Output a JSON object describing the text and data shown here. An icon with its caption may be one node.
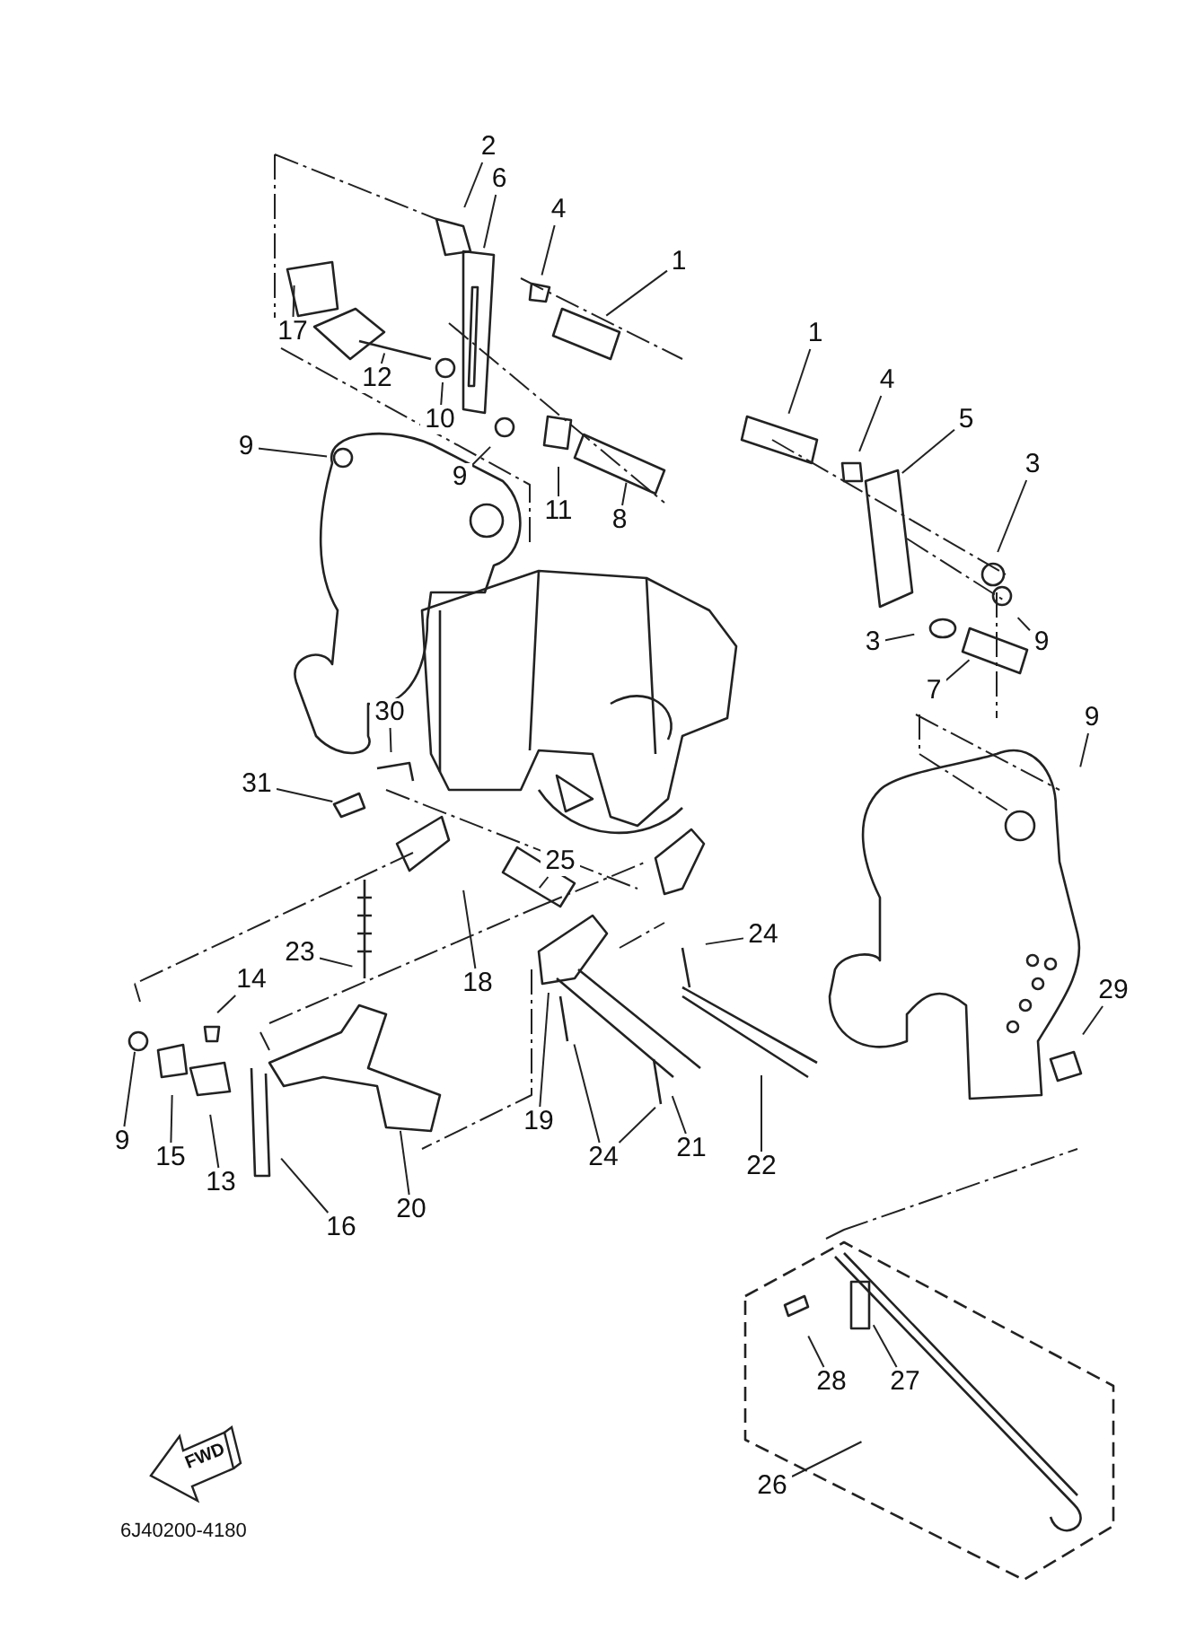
{
  "diagram": {
    "nodes": [
      {
        "text": [
          "2"
        ]
      },
      {
        "text": [
          "6"
        ]
      },
      {
        "text": [
          "4"
        ]
      },
      {
        "text": [
          "1"
        ]
      },
      {
        "text": [
          "17"
        ]
      },
      {
        "text": [
          "12"
        ]
      },
      {
        "text": [
          "10"
        ]
      },
      {
        "text": [
          "9"
        ]
      },
      {
        "text": [
          "11"
        ]
      },
      {
        "text": [
          "8"
        ]
      },
      {
        "text": [
          "9"
        ]
      },
      {
        "text": [
          "1"
        ]
      },
      {
        "text": [
          "4"
        ]
      },
      {
        "text": [
          "5"
        ]
      },
      {
        "text": [
          "3"
        ]
      },
      {
        "text": [
          "9"
        ]
      },
      {
        "text": [
          "3"
        ]
      },
      {
        "text": [
          "7"
        ]
      },
      {
        "text": [
          "30"
        ]
      },
      {
        "text": [
          "31"
        ]
      },
      {
        "text": [
          "9"
        ]
      },
      {
        "text": [
          "25"
        ]
      },
      {
        "text": [
          "23"
        ]
      },
      {
        "text": [
          "18"
        ]
      },
      {
        "text": [
          "24"
        ]
      },
      {
        "text": [
          "14"
        ]
      },
      {
        "text": [
          "29"
        ]
      },
      {
        "text": [
          "9"
        ]
      },
      {
        "text": [
          "15"
        ]
      },
      {
        "text": [
          "13"
        ]
      },
      {
        "text": [
          "19"
        ]
      },
      {
        "text": [
          "24"
        ]
      },
      {
        "text": [
          "21"
        ]
      },
      {
        "text": [
          "22"
        ]
      },
      {
        "text": [
          "16"
        ]
      },
      {
        "text": [
          "20"
        ]
      },
      {
        "text": [
          "28"
        ]
      },
      {
        "text": [
          "27"
        ]
      },
      {
        "text": [
          "26"
        ]
      }
    ],
    "edges": [
      {
        "from": 0,
        "to": null,
        "arrow": "none"
      },
      {
        "from": 1,
        "to": null,
        "arrow": "none"
      },
      {
        "from": 2,
        "to": null,
        "arrow": "none"
      },
      {
        "from": 3,
        "to": null,
        "arrow": "none"
      },
      {
        "from": 4,
        "to": null,
        "arrow": "none"
      },
      {
        "from": 5,
        "to": null,
        "arrow": "none"
      },
      {
        "from": 6,
        "to": null,
        "arrow": "none"
      },
      {
        "from": 7,
        "to": null,
        "arrow": "none"
      },
      {
        "from": 8,
        "to": null,
        "arrow": "none"
      },
      {
        "from": 9,
        "to": null,
        "arrow": "none"
      },
      {
        "from": 10,
        "to": null,
        "arrow": "none"
      },
      {
        "from": 11,
        "to": null,
        "arrow": "none"
      },
      {
        "from": 12,
        "to": null,
        "arrow": "none"
      },
      {
        "from": 13,
        "to": null,
        "arrow": "none"
      },
      {
        "from": 14,
        "to": null,
        "arrow": "none"
      },
      {
        "from": 15,
        "to": null,
        "arrow": "none"
      },
      {
        "from": 16,
        "to": null,
        "arrow": "none"
      },
      {
        "from": 17,
        "to": null,
        "arrow": "none"
      },
      {
        "from": 18,
        "to": null,
        "arrow": "none"
      },
      {
        "from": 19,
        "to": null,
        "arrow": "none"
      },
      {
        "from": 20,
        "to": null,
        "arrow": "none"
      },
      {
        "from": 21,
        "to": null,
        "arrow": "none"
      },
      {
        "from": 22,
        "to": null,
        "arrow": "none"
      },
      {
        "from": 23,
        "to": null,
        "arrow": "none"
      },
      {
        "from": 24,
        "to": null,
        "arrow": "none"
      },
      {
        "from": 25,
        "to": null,
        "arrow": "none"
      },
      {
        "from": 26,
        "to": null,
        "arrow": "none"
      },
      {
        "from": 27,
        "to": null,
        "arrow": "none"
      },
      {
        "from": 28,
        "to": null,
        "arrow": "none"
      },
      {
        "from": 29,
        "to": null,
        "arrow": "none"
      },
      {
        "from": 30,
        "to": null,
        "arrow": "none"
      },
      {
        "from": 31,
        "to": null,
        "arrow": "none"
      },
      {
        "from": 31,
        "to": null,
        "arrow": "none"
      },
      {
        "from": 32,
        "to": null,
        "arrow": "none"
      },
      {
        "from": 33,
        "to": null,
        "arrow": "none"
      },
      {
        "from": 34,
        "to": null,
        "arrow": "none"
      },
      {
        "from": 35,
        "to": null,
        "arrow": "none"
      },
      {
        "from": 36,
        "to": null,
        "arrow": "none"
      },
      {
        "from": 37,
        "to": null,
        "arrow": "none"
      },
      {
        "from": 38,
        "to": null,
        "arrow": "none"
      }
    ],
    "labels": [
      "FWD",
      "6J40200-4180"
    ]
  }
}
